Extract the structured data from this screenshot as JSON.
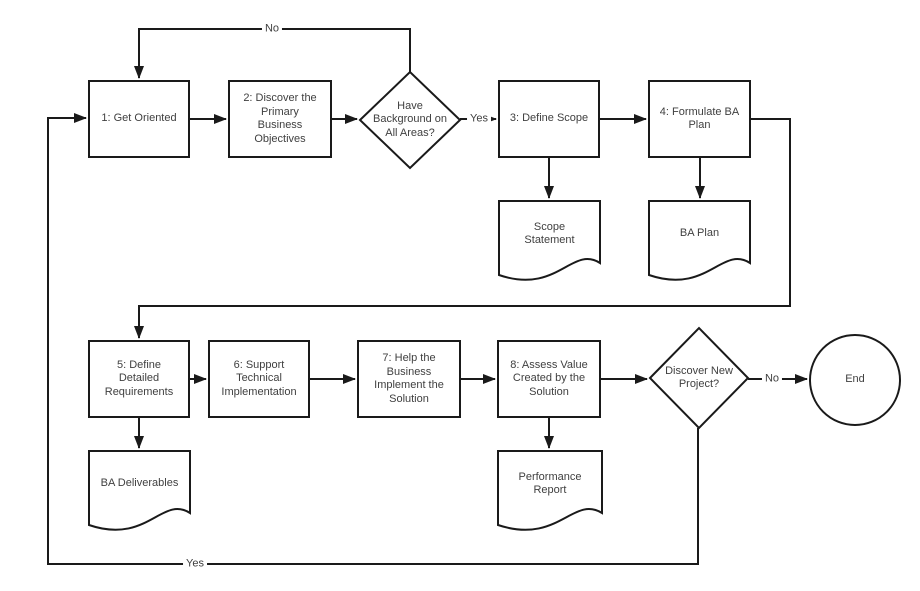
{
  "diagram": {
    "type": "flowchart",
    "background_color": "#ffffff",
    "line_color": "#1a1a1a",
    "text_color": "#404040",
    "nodes": {
      "get_oriented": {
        "type": "process",
        "label": "1: Get Oriented"
      },
      "discover_objectives": {
        "type": "process",
        "label": "2: Discover the\nPrimary\nBusiness\nObjectives"
      },
      "have_background": {
        "type": "decision",
        "label": "Have\nBackground on\nAll Areas?"
      },
      "define_scope": {
        "type": "process",
        "label": "3: Define Scope"
      },
      "formulate_ba_plan": {
        "type": "process",
        "label": "4: Formulate BA\nPlan"
      },
      "scope_statement": {
        "type": "document",
        "label": "Scope\nStatement"
      },
      "ba_plan": {
        "type": "document",
        "label": "BA Plan"
      },
      "define_requirements": {
        "type": "process",
        "label": "5: Define\nDetailed\nRequirements"
      },
      "support_implementation": {
        "type": "process",
        "label": "6: Support\nTechnical\nImplementation"
      },
      "help_implement": {
        "type": "process",
        "label": "7: Help the\nBusiness\nImplement the\nSolution"
      },
      "assess_value": {
        "type": "process",
        "label": "8: Assess Value\nCreated by the\nSolution"
      },
      "ba_deliverables": {
        "type": "document",
        "label": "BA Deliverables"
      },
      "performance_report": {
        "type": "document",
        "label": "Performance\nReport"
      },
      "discover_new_project": {
        "type": "decision",
        "label": "Discover New\nProject?"
      },
      "end": {
        "type": "terminator",
        "label": "End"
      }
    },
    "edge_labels": {
      "no_background": "No",
      "yes_background": "Yes",
      "no_new_project": "No",
      "yes_new_project": "Yes"
    }
  }
}
